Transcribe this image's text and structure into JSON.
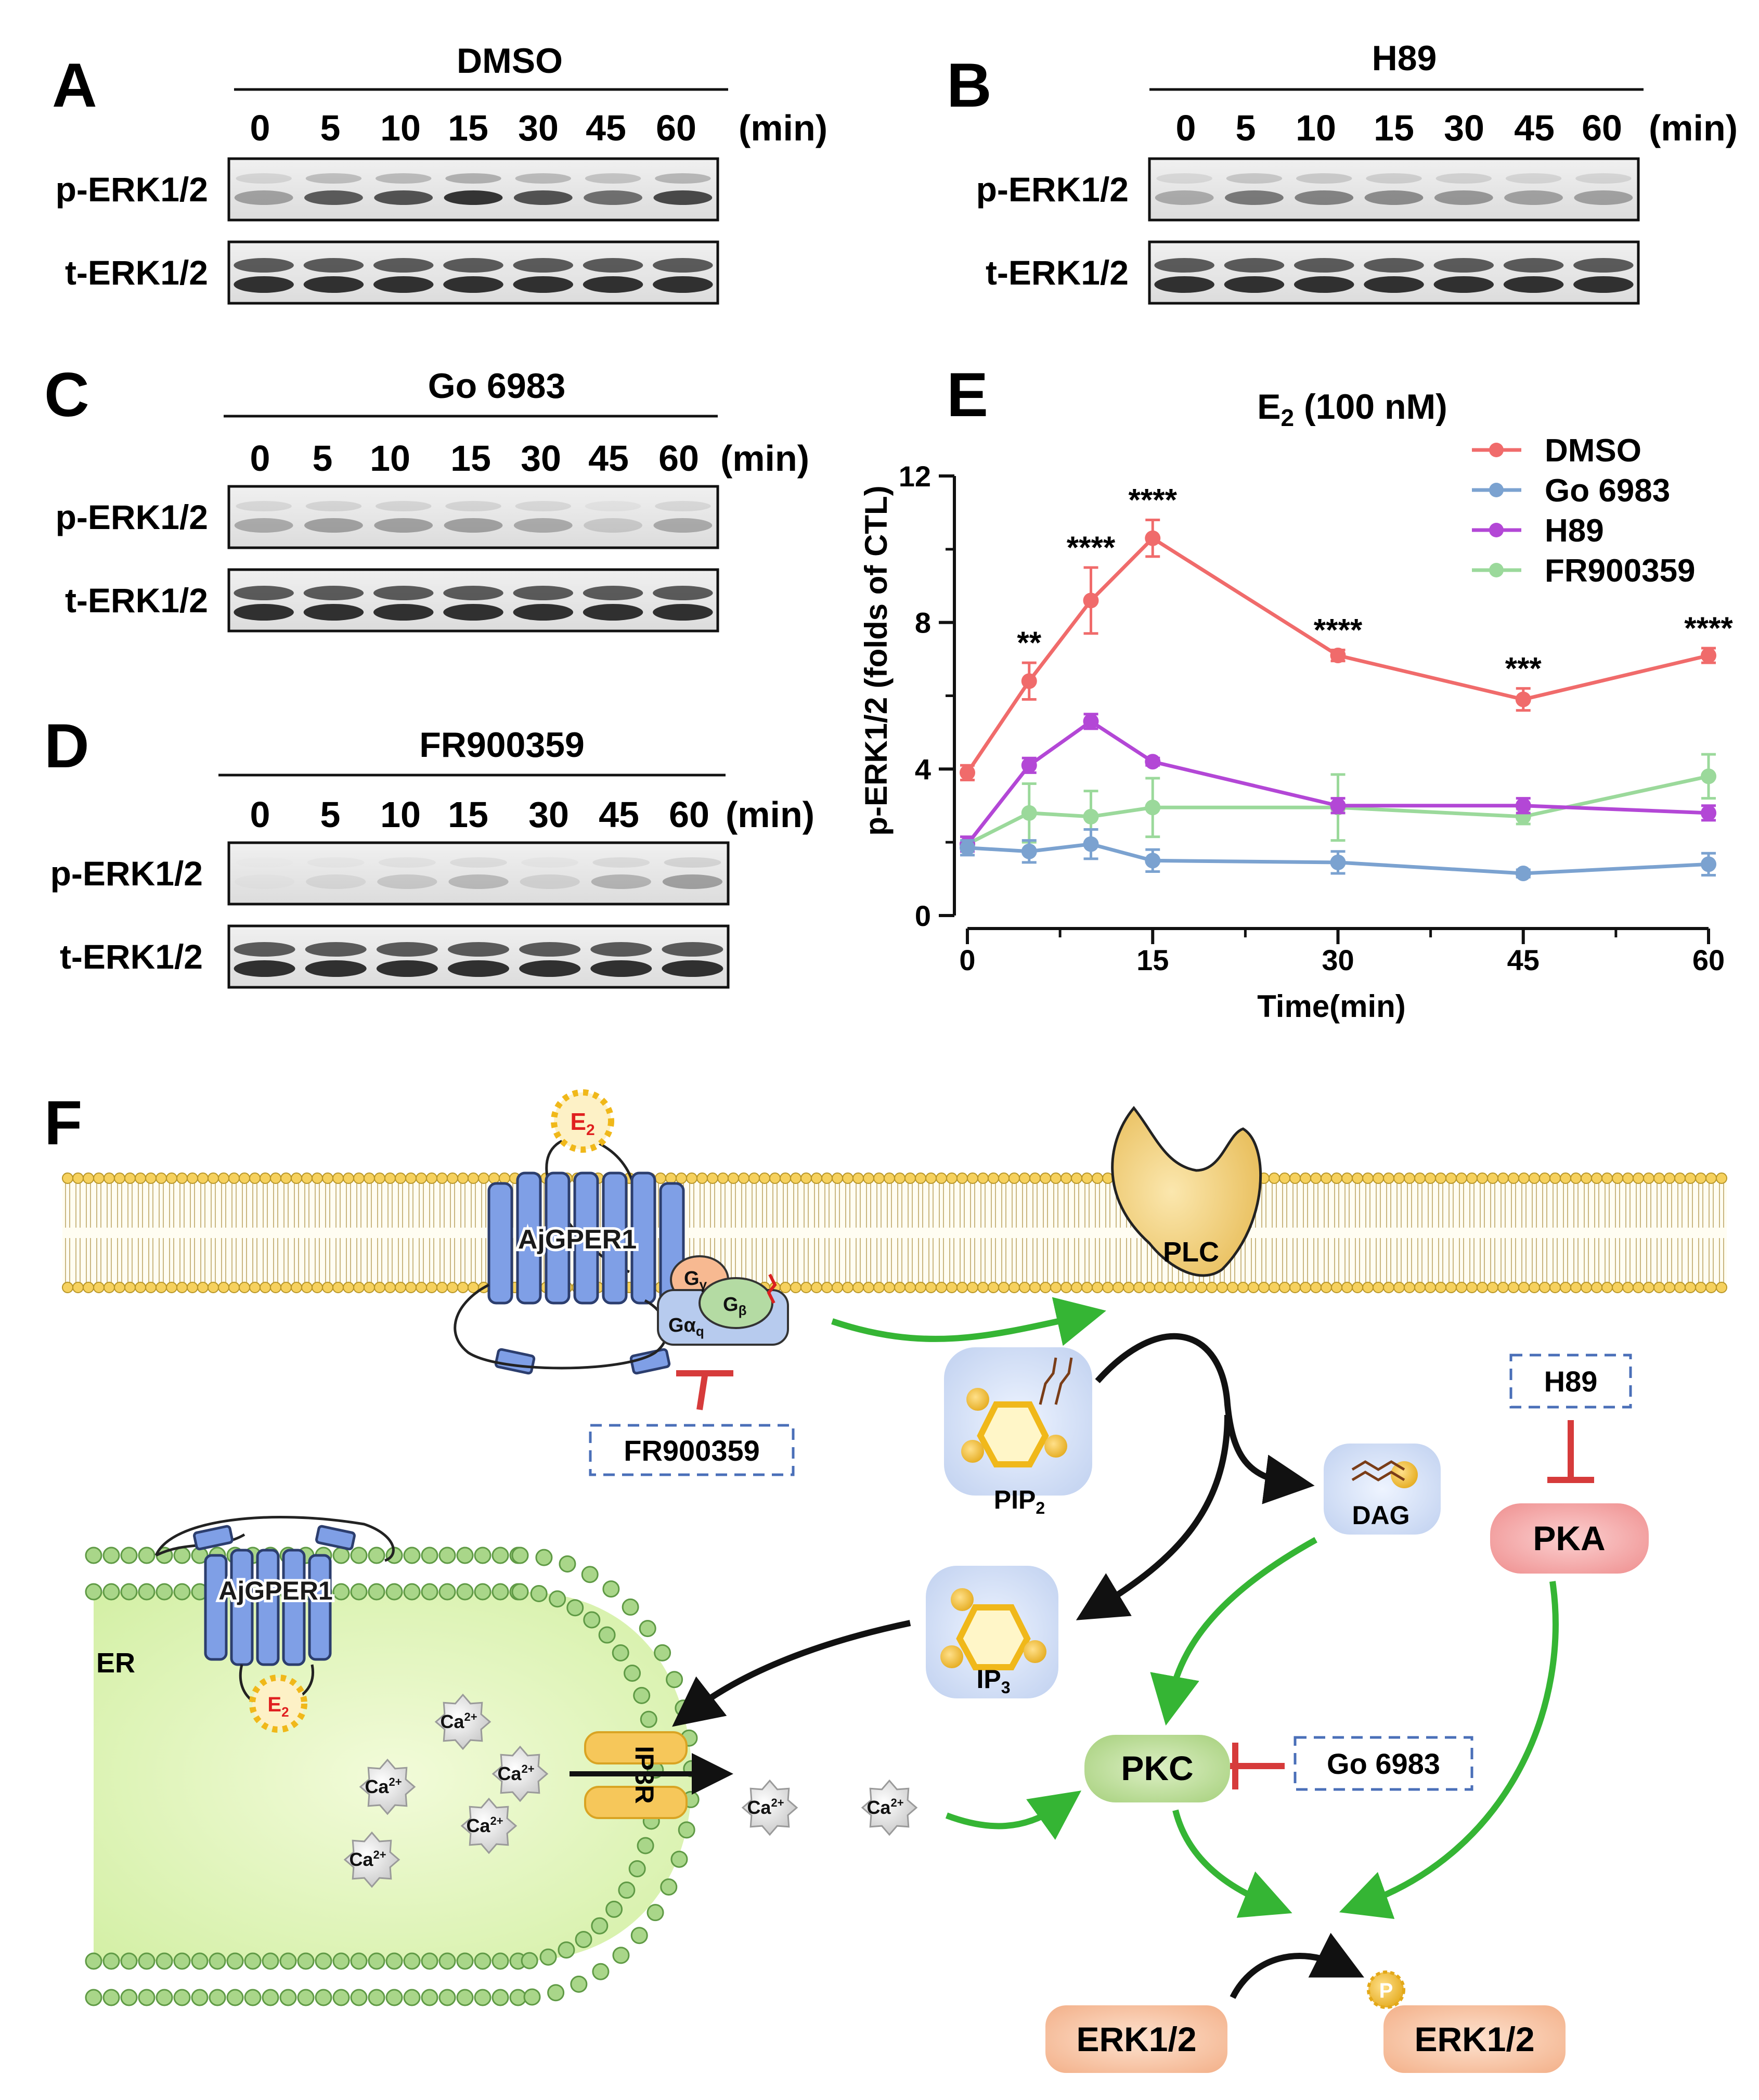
{
  "panels": {
    "A": {
      "letter": "A",
      "title": "DMSO"
    },
    "B": {
      "letter": "B",
      "title": "H89"
    },
    "C": {
      "letter": "C",
      "title": "Go 6983"
    },
    "D": {
      "letter": "D",
      "title": "FR900359"
    },
    "E": {
      "letter": "E"
    },
    "F": {
      "letter": "F"
    }
  },
  "blot": {
    "times": [
      "0",
      "5",
      "10",
      "15",
      "30",
      "45",
      "60"
    ],
    "unit": "(min)",
    "row_phospho": "p-ERK1/2",
    "row_total": "t-ERK1/2"
  },
  "chart_data": {
    "type": "line",
    "title": "E2 (100 nM)",
    "title_main": "E",
    "title_sub": "2",
    "title_rest": " (100 nM)",
    "xlabel": "Time(min)",
    "ylabel": "p-ERK1/2 (folds of CTL)",
    "x": [
      0,
      5,
      10,
      15,
      30,
      45,
      60
    ],
    "xticks": [
      0,
      15,
      30,
      45,
      60
    ],
    "yticks": [
      0,
      4,
      8,
      12
    ],
    "xlim": [
      0,
      60
    ],
    "ylim": [
      0,
      12
    ],
    "legend_position": "top-right",
    "series": [
      {
        "name": "DMSO",
        "color": "#f06b6b",
        "values": [
          3.9,
          6.4,
          8.6,
          10.3,
          7.1,
          5.9,
          7.1
        ],
        "errors": [
          0.2,
          0.5,
          0.9,
          0.5,
          0.15,
          0.3,
          0.2
        ]
      },
      {
        "name": "Go 6983",
        "color": "#7ba2d0",
        "values": [
          1.85,
          1.75,
          1.95,
          1.5,
          1.45,
          1.15,
          1.4
        ],
        "errors": [
          0.2,
          0.3,
          0.4,
          0.3,
          0.3,
          0.1,
          0.3
        ]
      },
      {
        "name": "H89",
        "color": "#b347d6",
        "values": [
          1.95,
          4.1,
          5.3,
          4.2,
          3.0,
          3.0,
          2.8
        ],
        "errors": [
          0.2,
          0.2,
          0.2,
          0.1,
          0.2,
          0.2,
          0.2
        ]
      },
      {
        "name": "FR900359",
        "color": "#9bd99b",
        "values": [
          1.95,
          2.8,
          2.7,
          2.95,
          2.95,
          2.7,
          3.8
        ],
        "errors": [
          0.2,
          0.8,
          0.7,
          0.8,
          0.9,
          0.2,
          0.6
        ]
      }
    ],
    "annotations": [
      {
        "x": 5,
        "text": "**"
      },
      {
        "x": 10,
        "text": "****"
      },
      {
        "x": 15,
        "text": "****"
      },
      {
        "x": 30,
        "text": "****"
      },
      {
        "x": 45,
        "text": "***"
      },
      {
        "x": 60,
        "text": "****"
      }
    ]
  },
  "diagram": {
    "receptor": "AjGPER1",
    "ligand": "E",
    "ligand_sub": "2",
    "g_gamma": "G",
    "g_gamma_sub": "γ",
    "g_beta": "G",
    "g_beta_sub": "β",
    "g_alpha": "Gα",
    "g_alpha_sub": "q",
    "plc": "PLC",
    "pip": "PIP",
    "pip_sub": "2",
    "dag": "DAG",
    "ip": "IP",
    "ip_sub": "3",
    "ip3r": "IP3R",
    "er": "ER",
    "ca": "Ca",
    "ca_sup": "2+",
    "pkc": "PKC",
    "pka": "PKA",
    "erk": "ERK1/2",
    "p_label": "P",
    "inhibitor_fr": "FR900359",
    "inhibitor_h89": "H89",
    "inhibitor_go": "Go 6983"
  }
}
